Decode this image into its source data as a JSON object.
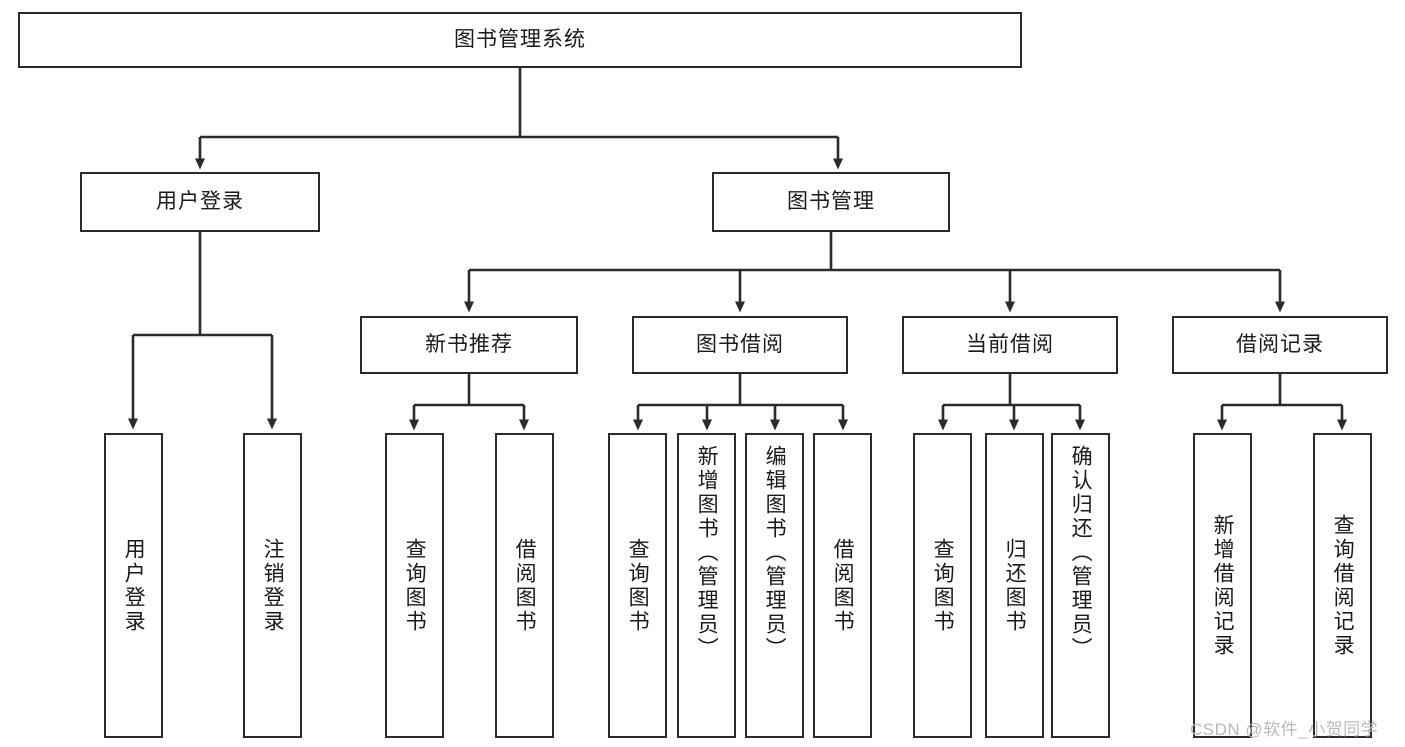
{
  "diagram": {
    "title": "图书管理系统",
    "type": "hierarchy-tree",
    "root": {
      "label": "图书管理系统"
    },
    "level2": [
      {
        "label": "用户登录"
      },
      {
        "label": "图书管理"
      }
    ],
    "level3": [
      {
        "label": "新书推荐"
      },
      {
        "label": "图书借阅"
      },
      {
        "label": "当前借阅"
      },
      {
        "label": "借阅记录"
      }
    ],
    "leaves": {
      "user_login": [
        "用户登录",
        "注销登录"
      ],
      "new_book_recommend": [
        "查询图书",
        "借阅图书"
      ],
      "book_borrow": [
        "查询图书",
        "新增图书（管理员）",
        "编辑图书（管理员）",
        "借阅图书"
      ],
      "current_borrow": [
        "查询图书",
        "归还图书",
        "确认归还（管理员）"
      ],
      "borrow_record": [
        "新增借阅记录",
        "查询借阅记录"
      ]
    },
    "watermark": "CSDN @软件_小贺同学",
    "colors": {
      "stroke": "#2b2b2b",
      "fill": "#ffffff",
      "text": "#1a1a1a",
      "watermark": "#b9b9b9"
    }
  }
}
